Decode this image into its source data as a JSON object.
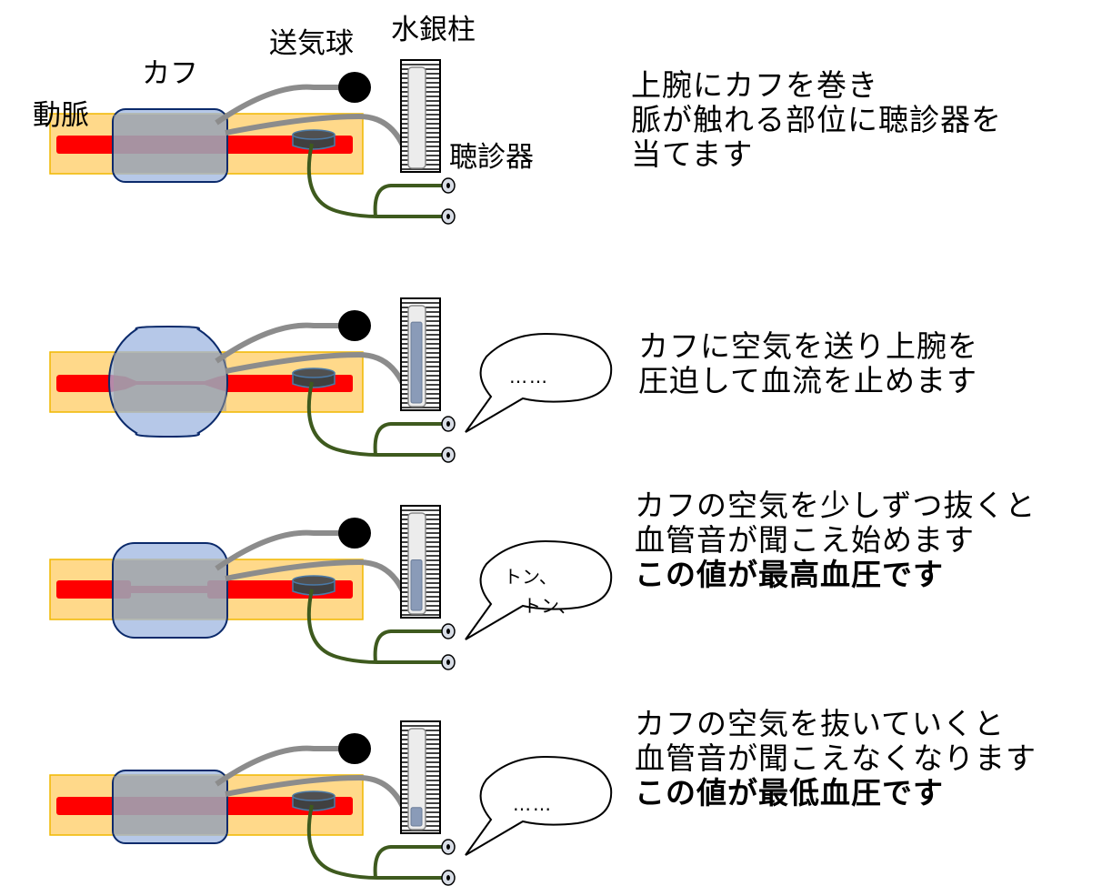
{
  "labels": {
    "artery": "動脈",
    "cuff": "カフ",
    "bulb": "送気球",
    "mercury_column": "水銀柱",
    "stethoscope": "聴診器"
  },
  "colors": {
    "arm": "#FFD98A",
    "arm_border": "#F0B800",
    "artery": "#FF0000",
    "cuff_fill": "#9DB6E0",
    "cuff_border": "#0B2A6B",
    "tube": "#8C8C8C",
    "stethoscope_tube": "#3E5A1E",
    "bulb": "#000000",
    "mercury": "#8A9BB8"
  },
  "steps": [
    {
      "id": "wrap-cuff",
      "cuff_state": "deflated",
      "artery_state": "open",
      "mercury_level": 0,
      "bubble_text": null,
      "description": [
        "上腕にカフを巻き",
        "脈が触れる部位に聴診器を",
        "当てます"
      ],
      "emphasis": null
    },
    {
      "id": "inflate",
      "cuff_state": "inflated",
      "artery_state": "occluded",
      "mercury_level": 0.88,
      "bubble_text": "……",
      "description": [
        "カフに空気を送り上腕を",
        "圧迫して血流を止めます"
      ],
      "emphasis": null
    },
    {
      "id": "systolic",
      "cuff_state": "partial",
      "artery_state": "narrowed",
      "mercury_level": 0.55,
      "bubble_text": [
        "トン、",
        "トン、"
      ],
      "description": [
        "カフの空気を少しずつ抜くと",
        "血管音が聞こえ始めます"
      ],
      "emphasis": "この値が最高血圧です"
    },
    {
      "id": "diastolic",
      "cuff_state": "deflated",
      "artery_state": "open",
      "mercury_level": 0.2,
      "bubble_text": "……",
      "description": [
        "カフの空気を抜いていくと",
        "血管音が聞こえなくなります"
      ],
      "emphasis": "この値が最低血圧です"
    }
  ]
}
